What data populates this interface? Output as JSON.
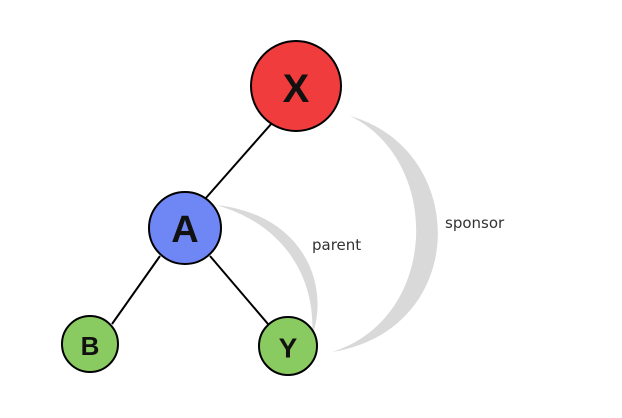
{
  "nodes": {
    "x": {
      "label": "X",
      "color": "#f03c3c"
    },
    "a": {
      "label": "A",
      "color": "#6f86f5"
    },
    "b": {
      "label": "B",
      "color": "#8acb61"
    },
    "y": {
      "label": "Y",
      "color": "#8acb61"
    }
  },
  "edges": [
    {
      "from": "X",
      "to": "A"
    },
    {
      "from": "A",
      "to": "B"
    },
    {
      "from": "A",
      "to": "Y"
    }
  ],
  "arcs": {
    "parent": {
      "label": "parent",
      "from": "Y",
      "to": "A"
    },
    "sponsor": {
      "label": "sponsor",
      "from": "Y",
      "to": "X"
    }
  },
  "colors": {
    "edge": "#000000",
    "arc": "#d9d9d9",
    "node_stroke": "#000000"
  }
}
